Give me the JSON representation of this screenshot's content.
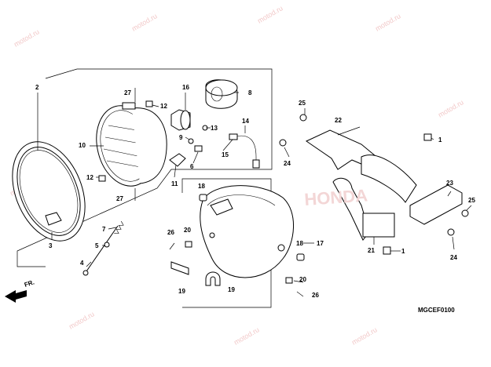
{
  "watermark": "motod.ru",
  "diagram_code": "MGCEF0100",
  "direction_label": "FR.",
  "brand_mark": "HONDA",
  "callouts": {
    "c1a": "1",
    "c1b": "1",
    "c2": "2",
    "c3": "3",
    "c4": "4",
    "c5": "5",
    "c6": "6",
    "c7": "7",
    "c8": "8",
    "c9": "9",
    "c10": "10",
    "c11": "11",
    "c12a": "12",
    "c12b": "12",
    "c13": "13",
    "c14": "14",
    "c15": "15",
    "c16": "16",
    "c17": "17",
    "c18a": "18",
    "c18b": "18",
    "c19a": "19",
    "c19b": "19",
    "c20a": "20",
    "c20b": "20",
    "c21": "21",
    "c22": "22",
    "c23": "23",
    "c24a": "24",
    "c24b": "24",
    "c25a": "25",
    "c25b": "25",
    "c26a": "26",
    "c26b": "26",
    "c27a": "27",
    "c27b": "27"
  }
}
